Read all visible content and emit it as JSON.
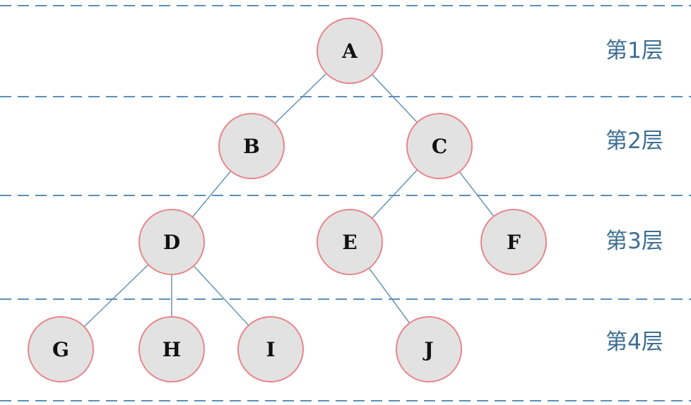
{
  "tree": {
    "levels": [
      {
        "label": "第1层"
      },
      {
        "label": "第2层"
      },
      {
        "label": "第3层"
      },
      {
        "label": "第4层"
      }
    ],
    "nodes": [
      {
        "id": "A",
        "label": "A",
        "level": 1
      },
      {
        "id": "B",
        "label": "B",
        "level": 2
      },
      {
        "id": "C",
        "label": "C",
        "level": 2
      },
      {
        "id": "D",
        "label": "D",
        "level": 3
      },
      {
        "id": "E",
        "label": "E",
        "level": 3
      },
      {
        "id": "F",
        "label": "F",
        "level": 3
      },
      {
        "id": "G",
        "label": "G",
        "level": 4
      },
      {
        "id": "H",
        "label": "H",
        "level": 4
      },
      {
        "id": "I",
        "label": "I",
        "level": 4
      },
      {
        "id": "J",
        "label": "J",
        "level": 4
      }
    ],
    "edges": [
      {
        "from": "A",
        "to": "B"
      },
      {
        "from": "A",
        "to": "C"
      },
      {
        "from": "B",
        "to": "D"
      },
      {
        "from": "C",
        "to": "E"
      },
      {
        "from": "C",
        "to": "F"
      },
      {
        "from": "D",
        "to": "G"
      },
      {
        "from": "D",
        "to": "H"
      },
      {
        "from": "D",
        "to": "I"
      },
      {
        "from": "E",
        "to": "J"
      }
    ],
    "colors": {
      "node_fill": "#e2e2e2",
      "node_border": "#e8858b",
      "edge": "#5d8fae",
      "dashed_line": "#5a8fb8",
      "level_text": "#3d6f93"
    }
  }
}
